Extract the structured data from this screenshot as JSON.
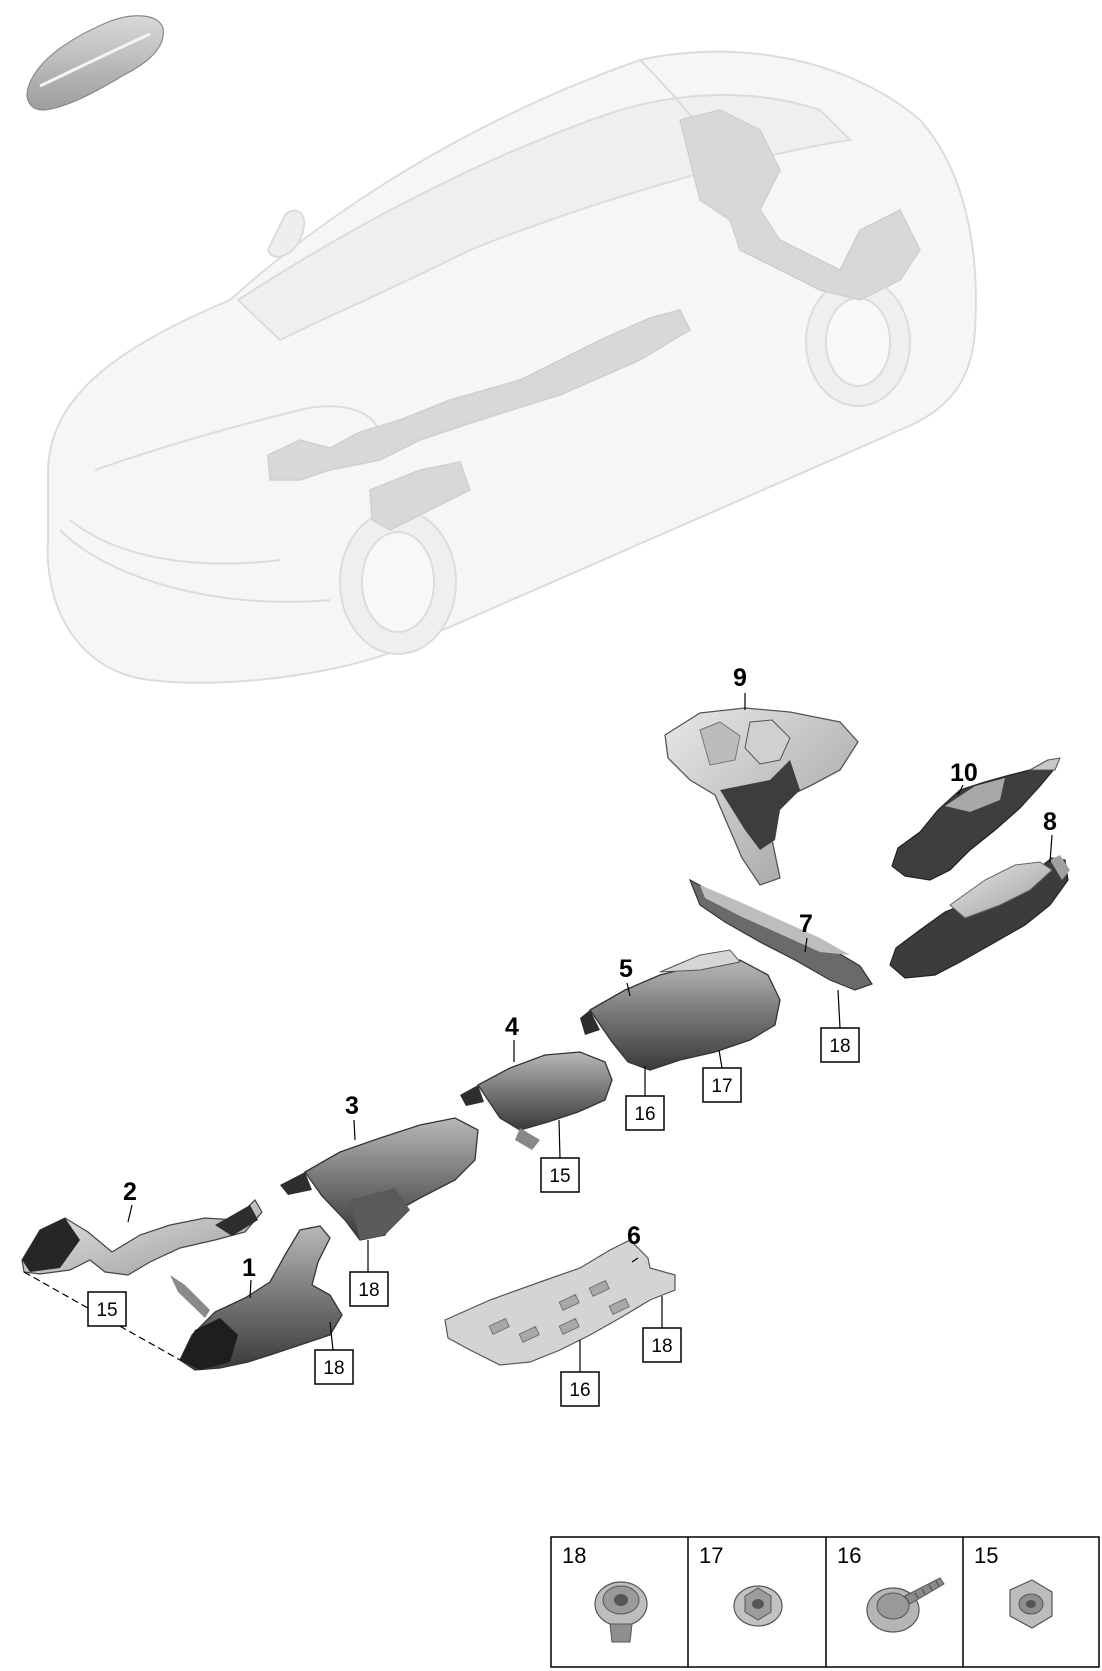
{
  "parts": [
    {
      "id": "part-1",
      "label": "1"
    },
    {
      "id": "part-2",
      "label": "2"
    },
    {
      "id": "part-3",
      "label": "3"
    },
    {
      "id": "part-4",
      "label": "4"
    },
    {
      "id": "part-5",
      "label": "5"
    },
    {
      "id": "part-6",
      "label": "6"
    },
    {
      "id": "part-7",
      "label": "7"
    },
    {
      "id": "part-8",
      "label": "8"
    },
    {
      "id": "part-9",
      "label": "9"
    },
    {
      "id": "part-10",
      "label": "10"
    }
  ],
  "fastener_callouts": [
    "15",
    "18",
    "18",
    "15",
    "16",
    "17",
    "18",
    "18",
    "16"
  ],
  "legend": [
    {
      "number": "18",
      "icon": "flange-nut-icon"
    },
    {
      "number": "17",
      "icon": "hex-nut-icon"
    },
    {
      "number": "16",
      "icon": "washer-screw-icon"
    },
    {
      "number": "15",
      "icon": "hex-nut-icon"
    }
  ],
  "colors": {
    "line": "#000000",
    "ghost_car": "#e6e6e6",
    "part_dark": "#4a4a4a",
    "part_mid": "#8c8c8c",
    "part_light": "#c9c9c9"
  }
}
